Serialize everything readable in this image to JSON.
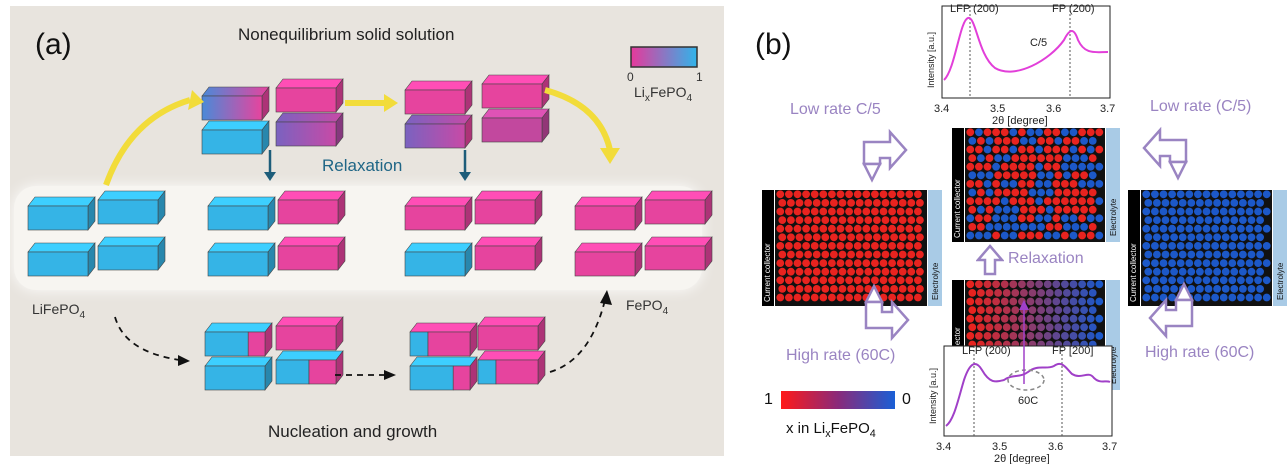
{
  "panel_a": {
    "label": "(a)",
    "title_top": "Nonequilibrium solid solution",
    "relaxation": "Relaxation",
    "title_bottom": "Nucleation and growth",
    "lifepo4": "LiFePO",
    "lifepo4_sub": "4",
    "fepo4": "FePO",
    "fepo4_sub": "4",
    "colorbar": {
      "min": "0",
      "max": "1",
      "label_pre": "Li",
      "label_x": "x",
      "label_mid": "FePO",
      "label_sub": "4",
      "colors": [
        "#e6399b",
        "#30b4ea"
      ]
    },
    "colors": {
      "blue": "#35b4e6",
      "pink": "#e6449e",
      "arrow_yellow": "#f2dc3a",
      "relax_arrow": "#1d5d7a"
    }
  },
  "panel_b": {
    "label": "(b)",
    "low_rate_left": "Low rate C/5",
    "low_rate_right": "Low rate (C/5)",
    "high_rate_left": "High rate (60C)",
    "high_rate_right": "High rate (60C)",
    "relaxation": "Relaxation",
    "current_collector": "Current collector",
    "electrolyte": "Electrolyte",
    "colorbar": {
      "min": "1",
      "max": "0",
      "label_pre": "x in Li",
      "label_x": "x",
      "label_mid": "FePO",
      "label_sub": "4",
      "colors": [
        "#ff1a1a",
        "#1a5fd6"
      ]
    },
    "plot_top": {
      "peak1": "LFP (200)",
      "peak2": "FP (200)",
      "rate": "C/5",
      "ylabel": "Intensity [a.u.]",
      "xlabel": "2θ [degree]",
      "ticks": [
        "3.4",
        "3.5",
        "3.6",
        "3.7"
      ],
      "line_color": "#e23fd9"
    },
    "plot_bottom": {
      "peak1": "LFP (200)",
      "peak2": "FP [200]",
      "rate": "60C",
      "ylabel": "Intensity [a.u.]",
      "xlabel": "2θ [degree]",
      "ticks": [
        "3.4",
        "3.5",
        "3.6",
        "3.7"
      ],
      "line_color": "#a040c8"
    },
    "colors": {
      "red": "#e8231f",
      "blue": "#1c58c8",
      "arrow": "#9a84c2",
      "electrolyte_bg": "#a9cbe6"
    }
  }
}
